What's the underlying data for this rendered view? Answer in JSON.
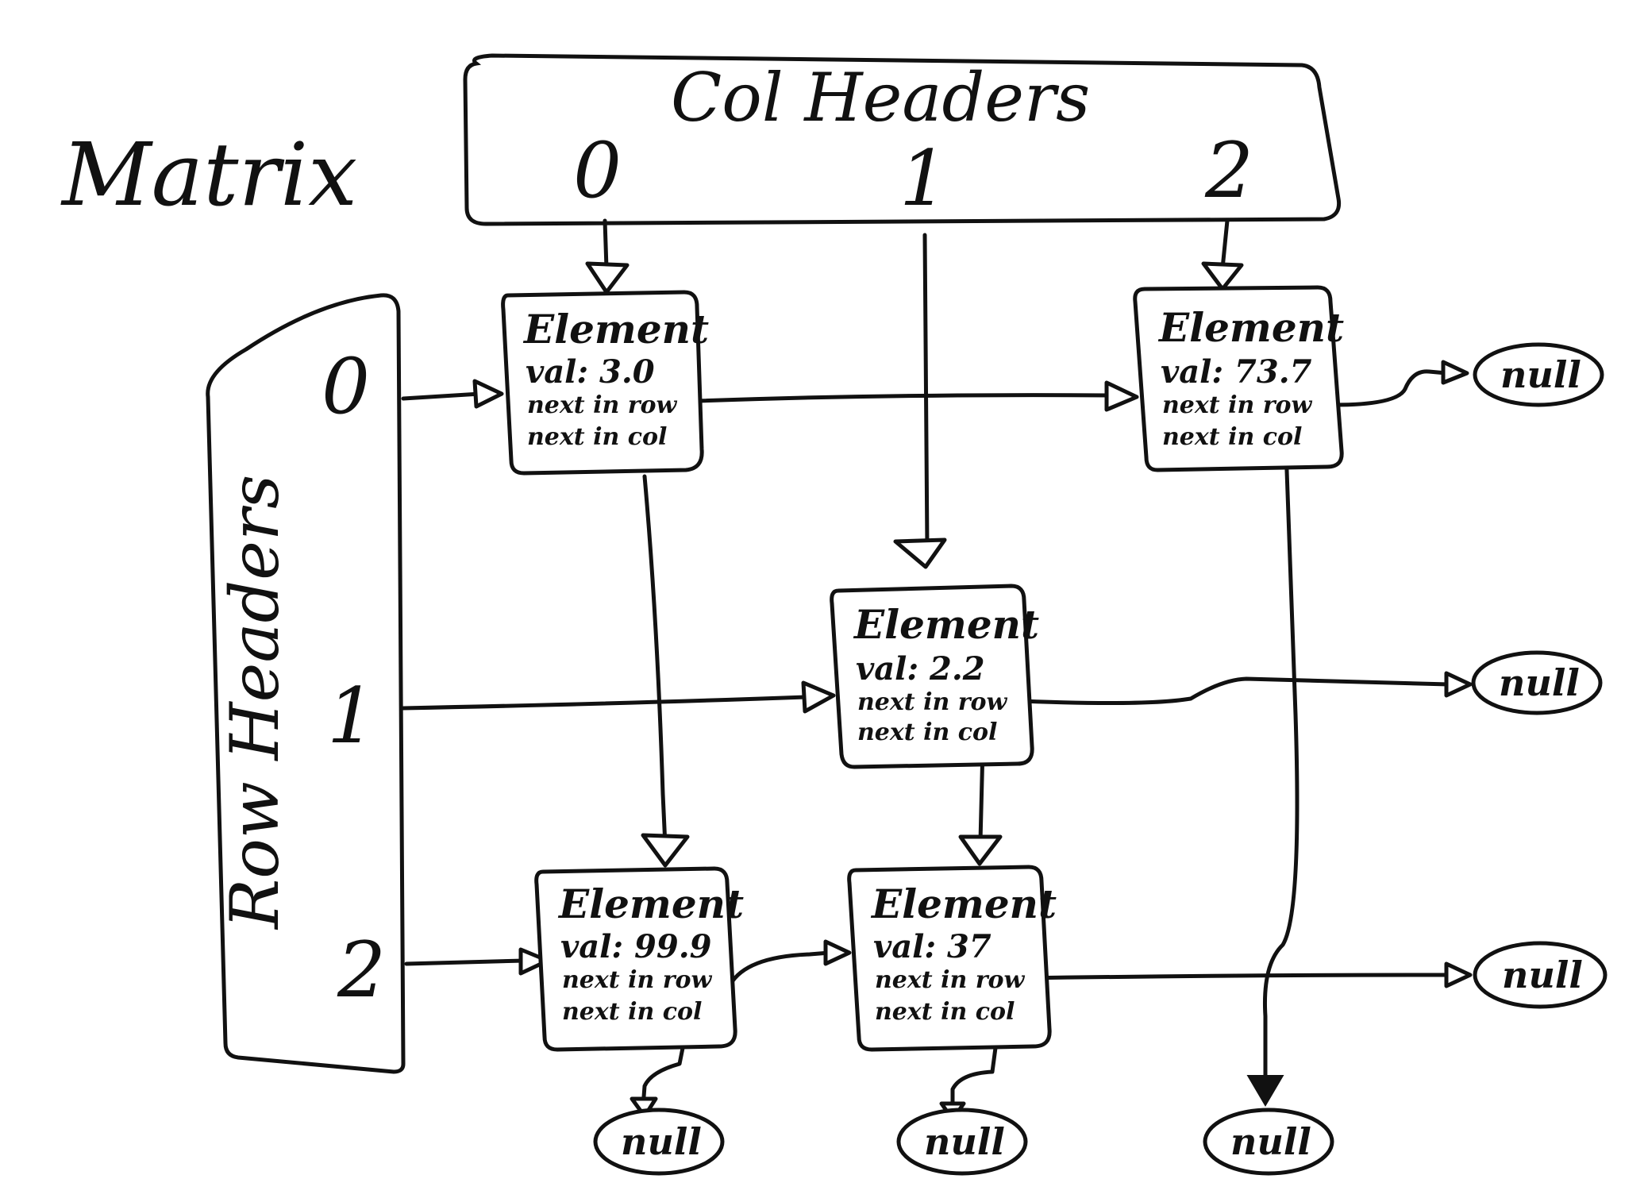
{
  "title": "Matrix",
  "col_headers": {
    "label": "Col Headers",
    "indices": [
      "0",
      "1",
      "2"
    ]
  },
  "row_headers": {
    "label": "Row Headers",
    "indices": [
      "0",
      "1",
      "2"
    ]
  },
  "elements": [
    {
      "id": "e00",
      "title": "Element",
      "val": "val:  3.0",
      "next_row": "next in row",
      "next_col": "next in col"
    },
    {
      "id": "e02",
      "title": "Element",
      "val": "val: 73.7",
      "next_row": "next in row",
      "next_col": "next in col"
    },
    {
      "id": "e11",
      "title": "Element",
      "val": "val:  2.2",
      "next_row": "next in row",
      "next_col": "next in col"
    },
    {
      "id": "e20",
      "title": "Element",
      "val": "val: 99.9",
      "next_row": "next in row",
      "next_col": "next in col"
    },
    {
      "id": "e21",
      "title": "Element",
      "val": "val:  37",
      "next_row": "next in row",
      "next_col": "next in col"
    }
  ],
  "null_label": "null"
}
